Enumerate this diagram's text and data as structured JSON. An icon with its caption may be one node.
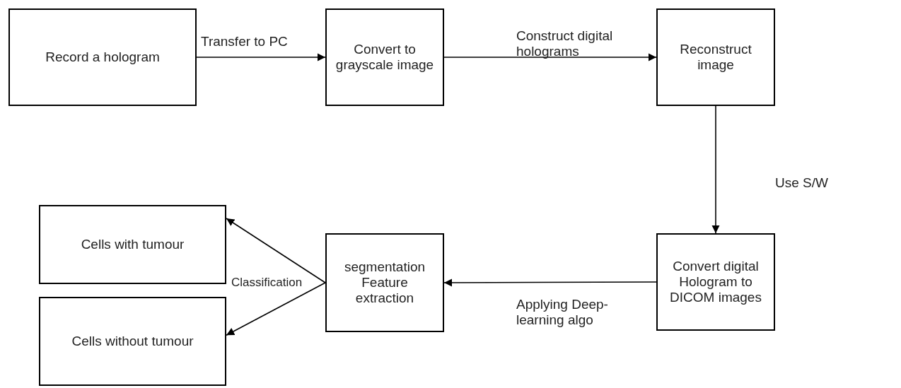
{
  "diagram": {
    "nodes": [
      {
        "text": [
          "Record a hologram"
        ]
      },
      {
        "text": [
          "Convert to grayscale image"
        ]
      },
      {
        "text": [
          "Reconstruct image"
        ]
      },
      {
        "text": [
          "Cells with tumour"
        ]
      },
      {
        "text": [
          "segmentation Feature extraction"
        ]
      },
      {
        "text": [
          "Convert digital Hologram to DICOM images"
        ]
      },
      {
        "text": [
          "Cells without tumour"
        ]
      }
    ],
    "edges": [
      {
        "from": 0,
        "to": 1,
        "arrow": "to",
        "label": "Transfer to PC"
      },
      {
        "from": 1,
        "to": 2,
        "arrow": "to",
        "label": "Construct digital holograms"
      },
      {
        "from": 2,
        "to": 5,
        "arrow": "to",
        "label": "Use S/W"
      },
      {
        "from": 5,
        "to": 4,
        "arrow": "to",
        "label": "Applying Deep-learning algo"
      },
      {
        "from": 4,
        "to": 3,
        "arrow": "to",
        "label": "Classification"
      },
      {
        "from": 4,
        "to": 6,
        "arrow": "to"
      }
    ]
  }
}
